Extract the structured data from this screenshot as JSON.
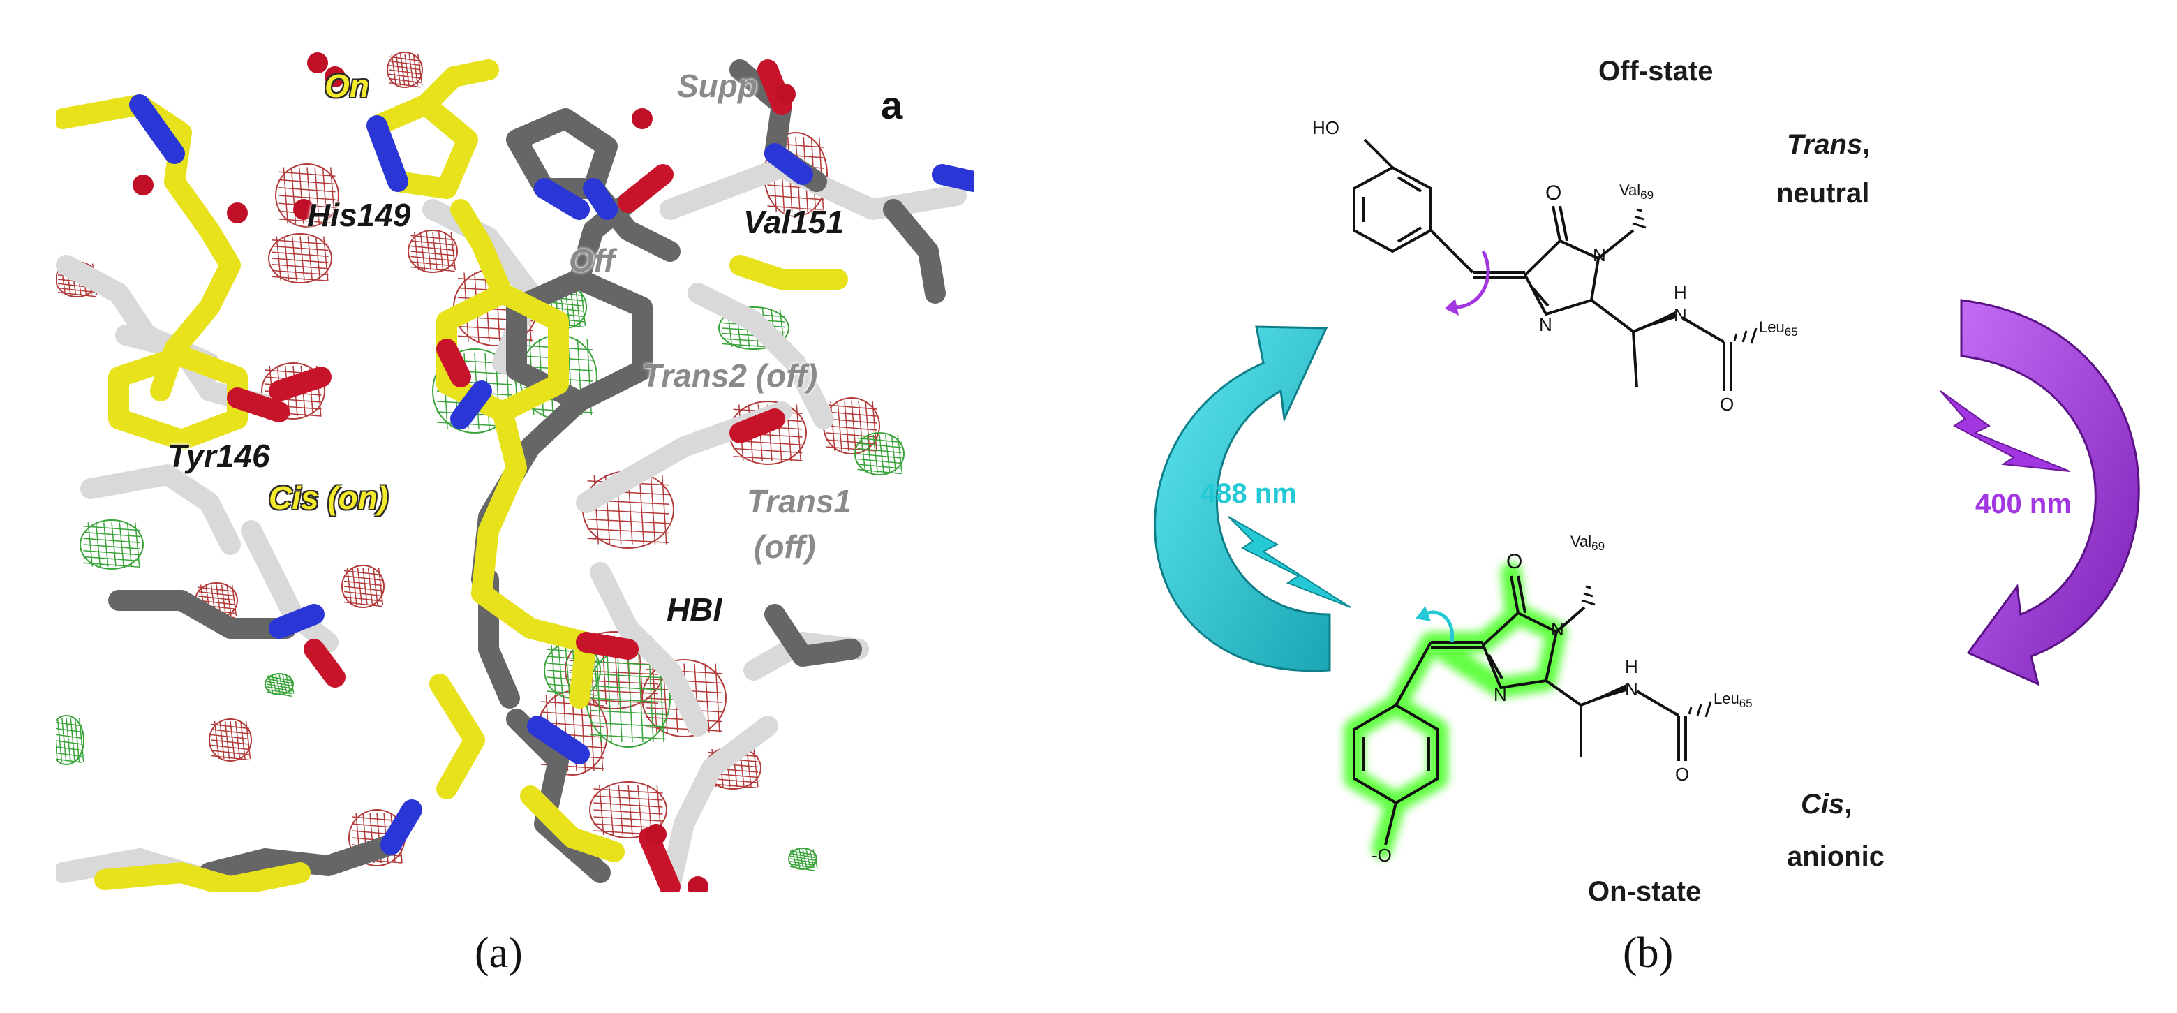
{
  "panel_a": {
    "inset_letter": "a",
    "labels": {
      "on": "On",
      "supp": "Supp",
      "his149": "His149",
      "off": "Off",
      "val151": "Val151",
      "trans2": "Trans2 (off)",
      "tyr146": "Tyr146",
      "cis_on": "Cis (on)",
      "trans1_line1": "Trans1",
      "trans1_line2": "(off)",
      "hbi": "HBI"
    },
    "caption": "(a)"
  },
  "panel_b": {
    "off_state": {
      "title": "Off-state",
      "isomer": "Trans",
      "charge": "neutral",
      "atoms": {
        "hydroxyl": "HO",
        "carbonyl_o": "O",
        "imidazolinone_n1": "N",
        "imidazolinone_n2": "N",
        "amide_n": "N",
        "amide_h": "H",
        "amide_o": "O",
        "val_name": "Val",
        "val_num": "69",
        "leu_name": "Leu",
        "leu_num": "65"
      }
    },
    "on_state": {
      "title": "On-state",
      "isomer": "Cis",
      "charge": "anionic",
      "atoms": {
        "phenolate": "O",
        "phenolate_charge": "-",
        "carbonyl_o": "O",
        "imidazolinone_n1": "N",
        "imidazolinone_n2": "N",
        "amide_n": "N",
        "amide_h": "H",
        "amide_o": "O",
        "val_name": "Val",
        "val_num": "69",
        "leu_name": "Leu",
        "leu_num": "65"
      }
    },
    "wavelength_on": "488 nm",
    "wavelength_off": "400 nm",
    "caption": "(b)"
  },
  "colors": {
    "cyan": "#25c9d6",
    "purple": "#a236e0",
    "green_glow": "#5cff3a",
    "yellow_carbon": "#e6df1e",
    "grey_carbon": "#6a6a6a",
    "white_carbon": "#dcdcdc",
    "nitrogen": "#2430d8",
    "oxygen": "#c8142a",
    "mesh_red": "#b23a3a",
    "mesh_green": "#3aa33a"
  }
}
